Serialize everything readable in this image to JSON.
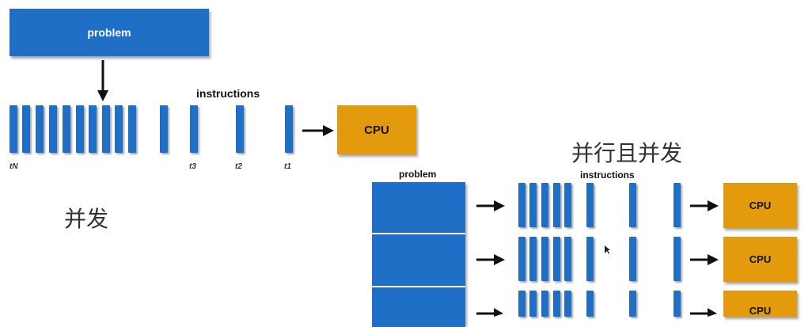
{
  "colors": {
    "task_blue": "#1f6fc6",
    "cpu_orange": "#e39a0c"
  },
  "concurrent": {
    "caption": "并发",
    "problem_label": "problem",
    "instructions_label": "instructions",
    "cpu_label": "CPU",
    "time_labels": {
      "tN": "tN",
      "t3": "t3",
      "t2": "t2",
      "t1": "t1"
    }
  },
  "parallel_concurrent": {
    "caption": "并行且并发",
    "problem_label": "problem",
    "instructions_label": "instructions",
    "cpu_labels": [
      "CPU",
      "CPU",
      "CPU"
    ]
  }
}
